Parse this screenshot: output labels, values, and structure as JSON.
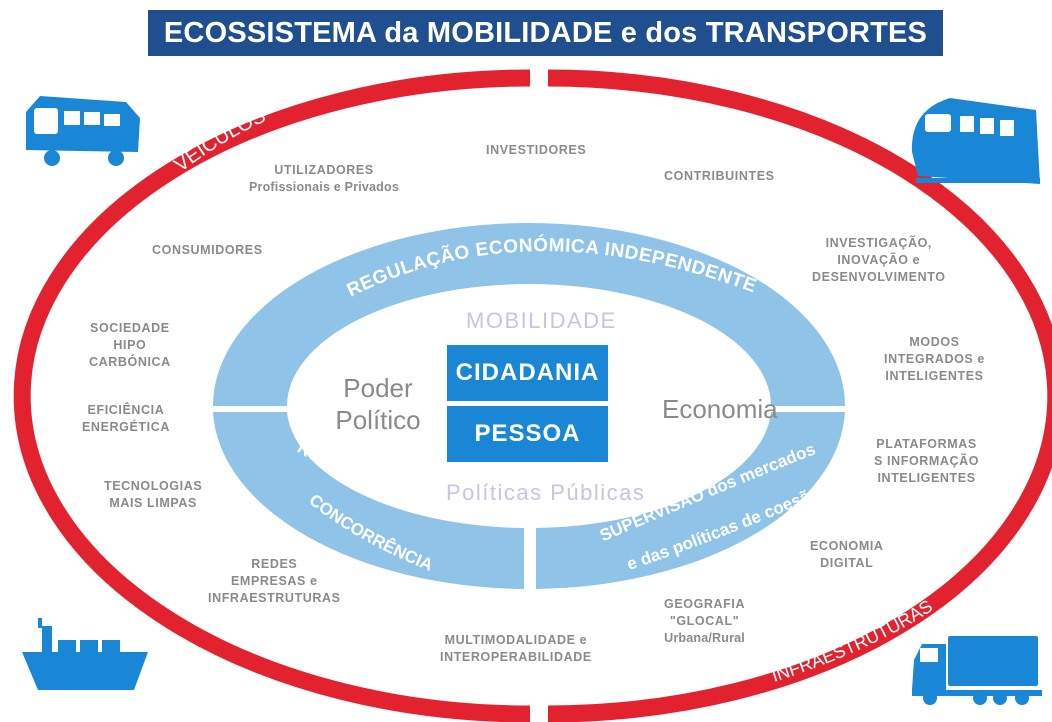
{
  "title": "ECOSSISTEMA da MOBILIDADE e dos TRANSPORTES",
  "ring_labels": {
    "vehicles": "VEÍCULOS",
    "infrastructures": "INFRAESTRUTURAS"
  },
  "band_labels": {
    "top": "REGULAÇÃO ECONÓMICA INDEPENDENTE",
    "bottom_left": [
      "PROMOÇÃO e defesa da",
      "CONCORRÊNCIA"
    ],
    "bottom_right": [
      "SUPERVISÃO dos mercados",
      "e das políticas de coesão"
    ]
  },
  "center": {
    "mobilidade": "MOBILIDADE",
    "cidadania": "CIDADANIA",
    "pessoa": "PESSOA",
    "poder": [
      "Poder",
      "Político"
    ],
    "economia": "Economia",
    "politicas": "Políticas Públicas"
  },
  "terms": {
    "investidores": [
      "INVESTIDORES"
    ],
    "utilizadores": [
      "UTILIZADORES",
      "Profissionais e Privados"
    ],
    "contribuintes": [
      "CONTRIBUINTES"
    ],
    "consumidores": [
      "CONSUMIDORES"
    ],
    "investigacao": [
      "INVESTIGAÇÃO,",
      "INOVAÇÃO e",
      "DESENVOLVIMENTO"
    ],
    "sociedade": [
      "SOCIEDADE",
      "HIPO",
      "CARBÓNICA"
    ],
    "modos": [
      "MODOS",
      "INTEGRADOS e",
      "INTELIGENTES"
    ],
    "eficiencia": [
      "EFICIÊNCIA",
      "ENERGÉTICA"
    ],
    "plataformas": [
      "PLATAFORMAS",
      "S INFORMAÇÃO",
      "INTELIGENTES"
    ],
    "tecnologias": [
      "TECNOLOGIAS",
      "MAIS LIMPAS"
    ],
    "economia_digital": [
      "ECONOMIA",
      "DIGITAL"
    ],
    "redes": [
      "REDES",
      "EMPRESAS e",
      "INFRAESTRUTURAS"
    ],
    "geografia": [
      "GEOGRAFIA",
      "\"GLOCAL\"",
      "Urbana/Rural"
    ],
    "multimodalidade": [
      "MULTIMODALIDADE e",
      "INTEROPERABILIDADE"
    ]
  },
  "icons": [
    "bus-icon",
    "train-icon",
    "ship-icon",
    "truck-icon"
  ],
  "colors": {
    "title_bg": "#1f4f8f",
    "ring": "#e2232f",
    "band": "#8fc3e8",
    "center_box": "#1a86d6",
    "icon": "#1a86d6"
  }
}
